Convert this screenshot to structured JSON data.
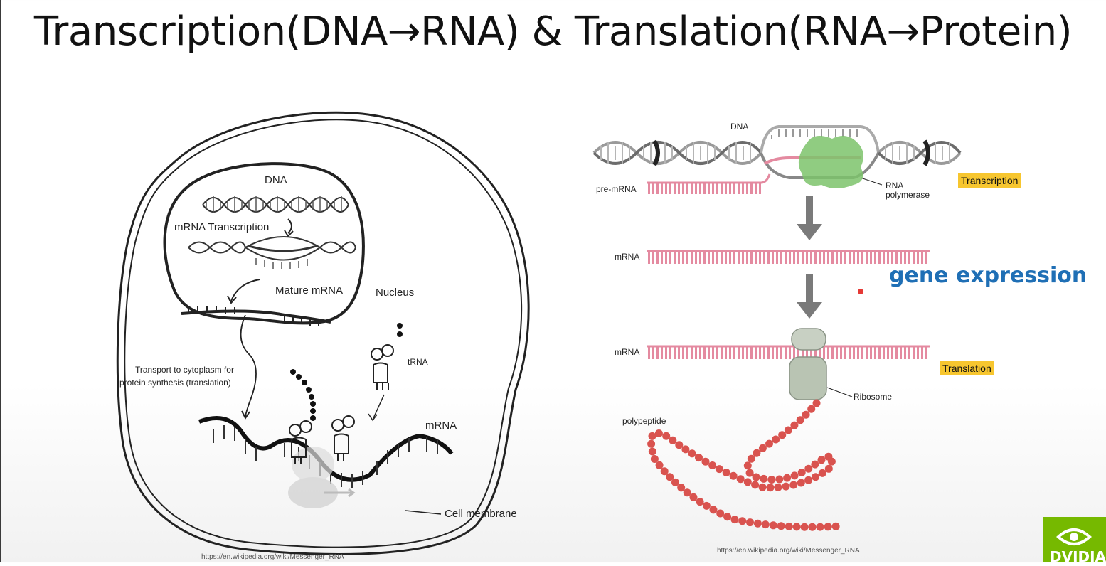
{
  "slide": {
    "title": "Transcription(DNA→RNA) & Translation(RNA→Protein)",
    "gene_expression": "gene expression"
  },
  "left_diagram": {
    "labels": {
      "dna": "DNA",
      "mrna_transcription": "mRNA Transcription",
      "mature_mrna": "Mature mRNA",
      "nucleus": "Nucleus",
      "transport_line1": "Transport to cytoplasm for",
      "transport_line2": "protein synthesis (translation)",
      "trna": "tRNA",
      "mrna": "mRNA",
      "cell_membrane": "Cell membrane"
    },
    "source_url": "https://en.wikipedia.org/wiki/Messenger_RNA"
  },
  "right_diagram": {
    "labels": {
      "dna": "DNA",
      "pre_mrna": "pre-mRNA",
      "rna_polymerase_line1": "RNA",
      "rna_polymerase_line2": "polymerase",
      "transcription_tag": "Transcription",
      "mrna_middle": "mRNA",
      "mrna_bottom": "mRNA",
      "translation_tag": "Translation",
      "ribosome": "Ribosome",
      "polypeptide": "polypeptide"
    },
    "source_url": "https://en.wikipedia.org/wiki/Messenger_RNA"
  },
  "branding": {
    "logo_text": "DVIDIA"
  },
  "colors": {
    "rna_pink": "#e48aa0",
    "polymerase_green": "#7cc36b",
    "ribosome_gray": "#b9c4b3",
    "polypeptide_red": "#d9534f",
    "tag_yellow": "#f7c62f",
    "accent_blue": "#1f6fb5",
    "nvidia_green": "#76b900"
  }
}
